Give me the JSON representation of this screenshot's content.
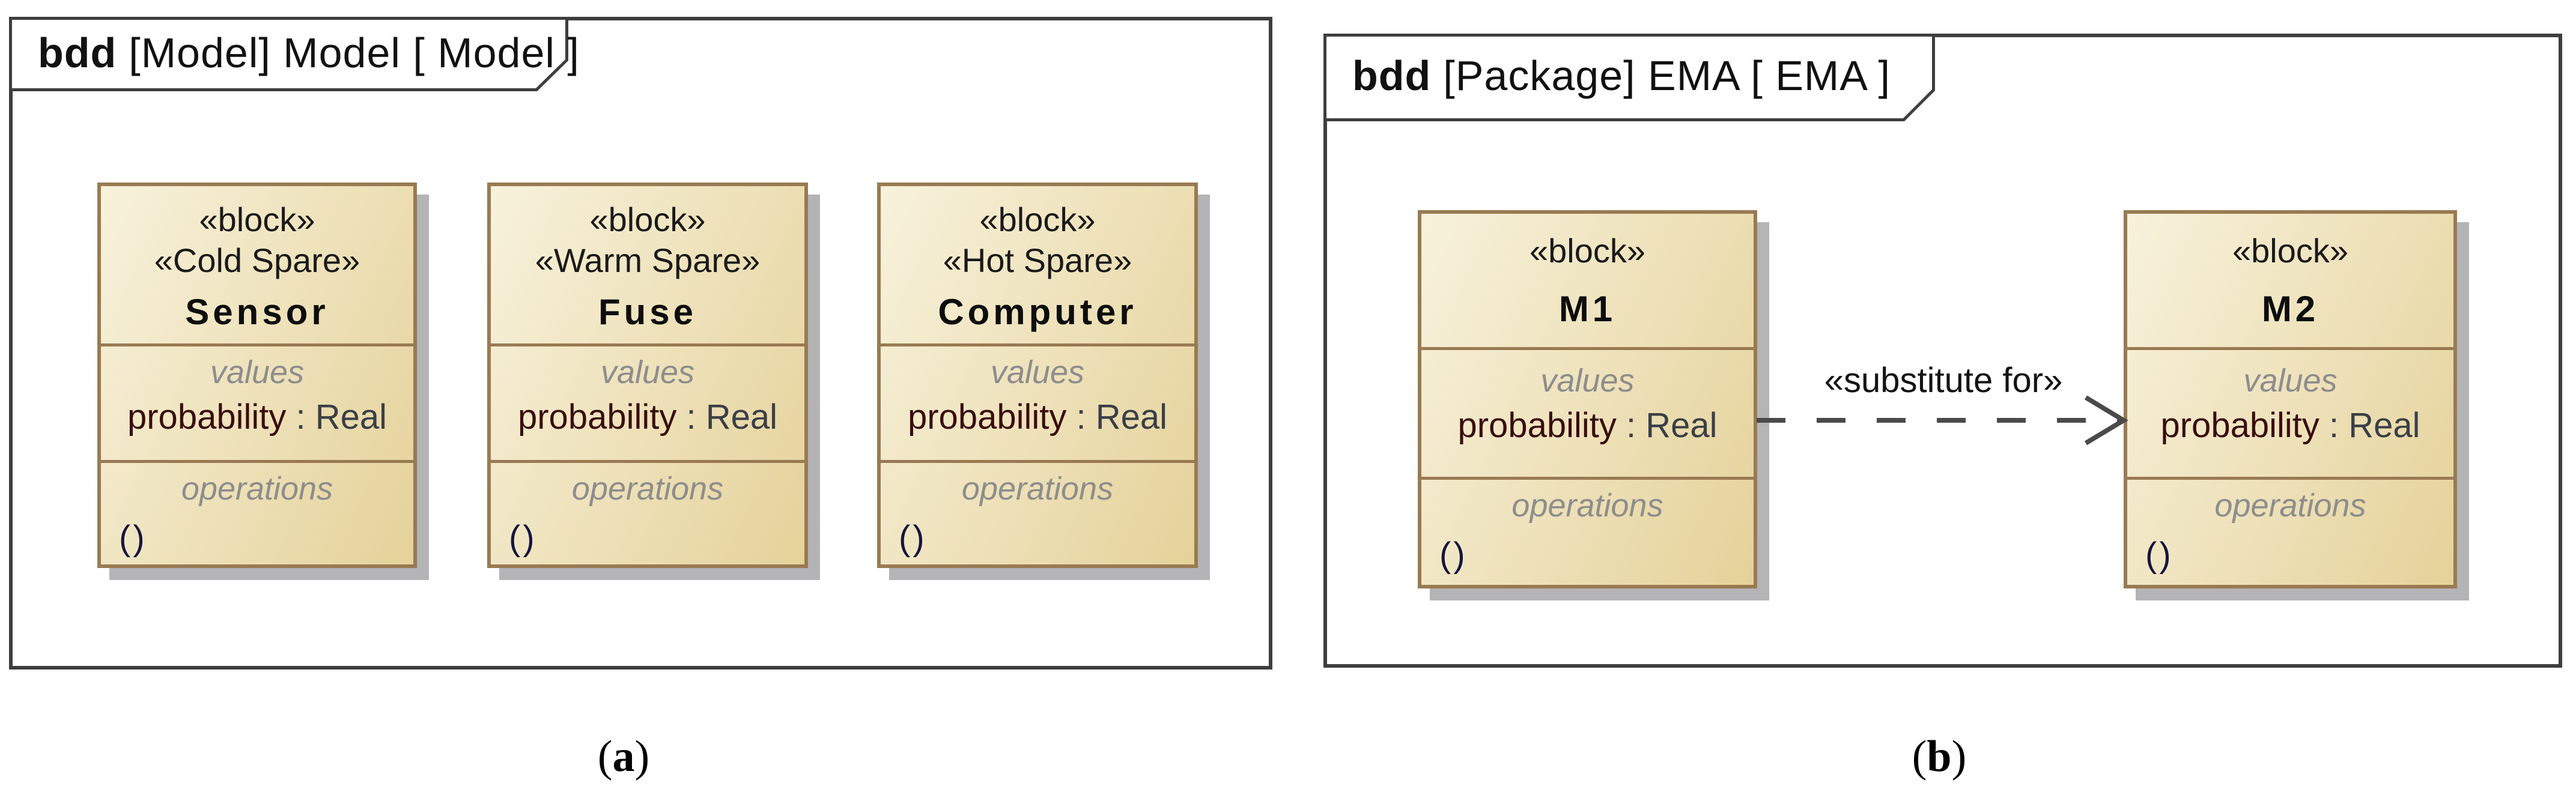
{
  "colors": {
    "frame_border": "#3e3e3e",
    "block_border": "#997a52",
    "block_fill_light": "#f8f2dc",
    "block_fill_dark": "#e5d29a",
    "block_shadow": "#b4b4b7",
    "stereotype_text": "#1a1a1a",
    "label_gray": "#8d8d8d",
    "value_maroon": "#3a0d0d",
    "type_dark": "#3a3f46",
    "paren_navy": "#15153d",
    "connector_gray": "#4a4a4a"
  },
  "panel_a": {
    "tab_keyword": "bdd",
    "tab_title": "[Model] Model [ Model ]",
    "caption_open": "(",
    "caption_letter": "a",
    "caption_close": ")",
    "blocks": [
      {
        "stereotype": "«block»",
        "stereotype2": "«Cold Spare»",
        "name": "Sensor",
        "values_label": "values",
        "value_entry_name": "probability",
        "value_entry_type": " : Real",
        "operations_label": "operations",
        "operation_entry": "()"
      },
      {
        "stereotype": "«block»",
        "stereotype2": "«Warm Spare»",
        "name": "Fuse",
        "values_label": "values",
        "value_entry_name": "probability",
        "value_entry_type": " : Real",
        "operations_label": "operations",
        "operation_entry": "()"
      },
      {
        "stereotype": "«block»",
        "stereotype2": "«Hot Spare»",
        "name": "Computer",
        "values_label": "values",
        "value_entry_name": "probability",
        "value_entry_type": " : Real",
        "operations_label": "operations",
        "operation_entry": "()"
      }
    ]
  },
  "panel_b": {
    "tab_keyword": "bdd",
    "tab_title": "[Package] EMA [ EMA ]",
    "caption_open": "(",
    "caption_letter": "b",
    "caption_close": ")",
    "connector_label": "«substitute for»",
    "blocks": [
      {
        "stereotype": "«block»",
        "name": "M1",
        "values_label": "values",
        "value_entry_name": "probability",
        "value_entry_type": " : Real",
        "operations_label": "operations",
        "operation_entry": "()"
      },
      {
        "stereotype": "«block»",
        "name": "M2",
        "values_label": "values",
        "value_entry_name": "probability",
        "value_entry_type": " : Real",
        "operations_label": "operations",
        "operation_entry": "()"
      }
    ]
  }
}
